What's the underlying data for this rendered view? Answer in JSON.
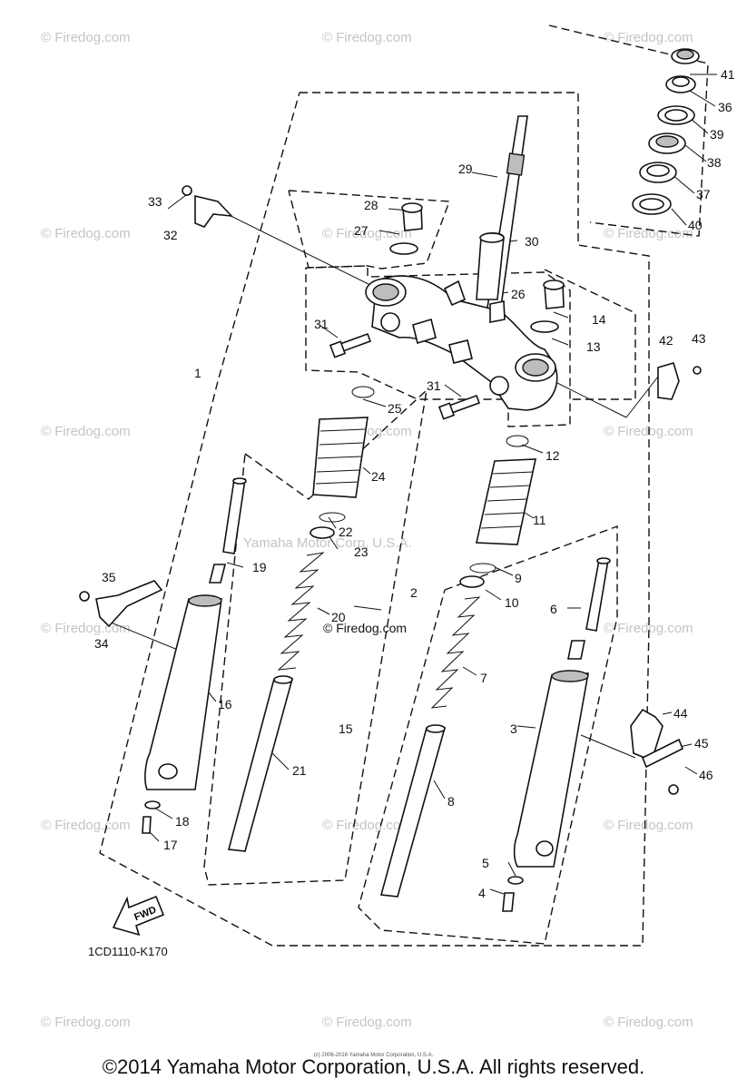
{
  "watermark": {
    "text": "© Firedog.com",
    "center_text": "Yamaha Motor Corp, U.S.A."
  },
  "inline_watermark": "© Firedog.com",
  "diagram_code": "1CD1110-K170",
  "fwd_label": "FWD",
  "footer": {
    "copyright": "©2014 Yamaha Motor Corporation, U.S.A. All rights reserved.",
    "fine_print": "(c) 2006-2016 Yamaha Motor Corporation, U.S.A."
  },
  "callouts": [
    "1",
    "2",
    "3",
    "4",
    "5",
    "6",
    "7",
    "8",
    "9",
    "10",
    "11",
    "12",
    "13",
    "14",
    "15",
    "16",
    "17",
    "18",
    "19",
    "20",
    "21",
    "22",
    "23",
    "24",
    "25",
    "26",
    "27",
    "28",
    "29",
    "30",
    "31",
    "31",
    "32",
    "33",
    "34",
    "35",
    "36",
    "37",
    "38",
    "39",
    "40",
    "41",
    "42",
    "43",
    "44",
    "45",
    "46"
  ]
}
